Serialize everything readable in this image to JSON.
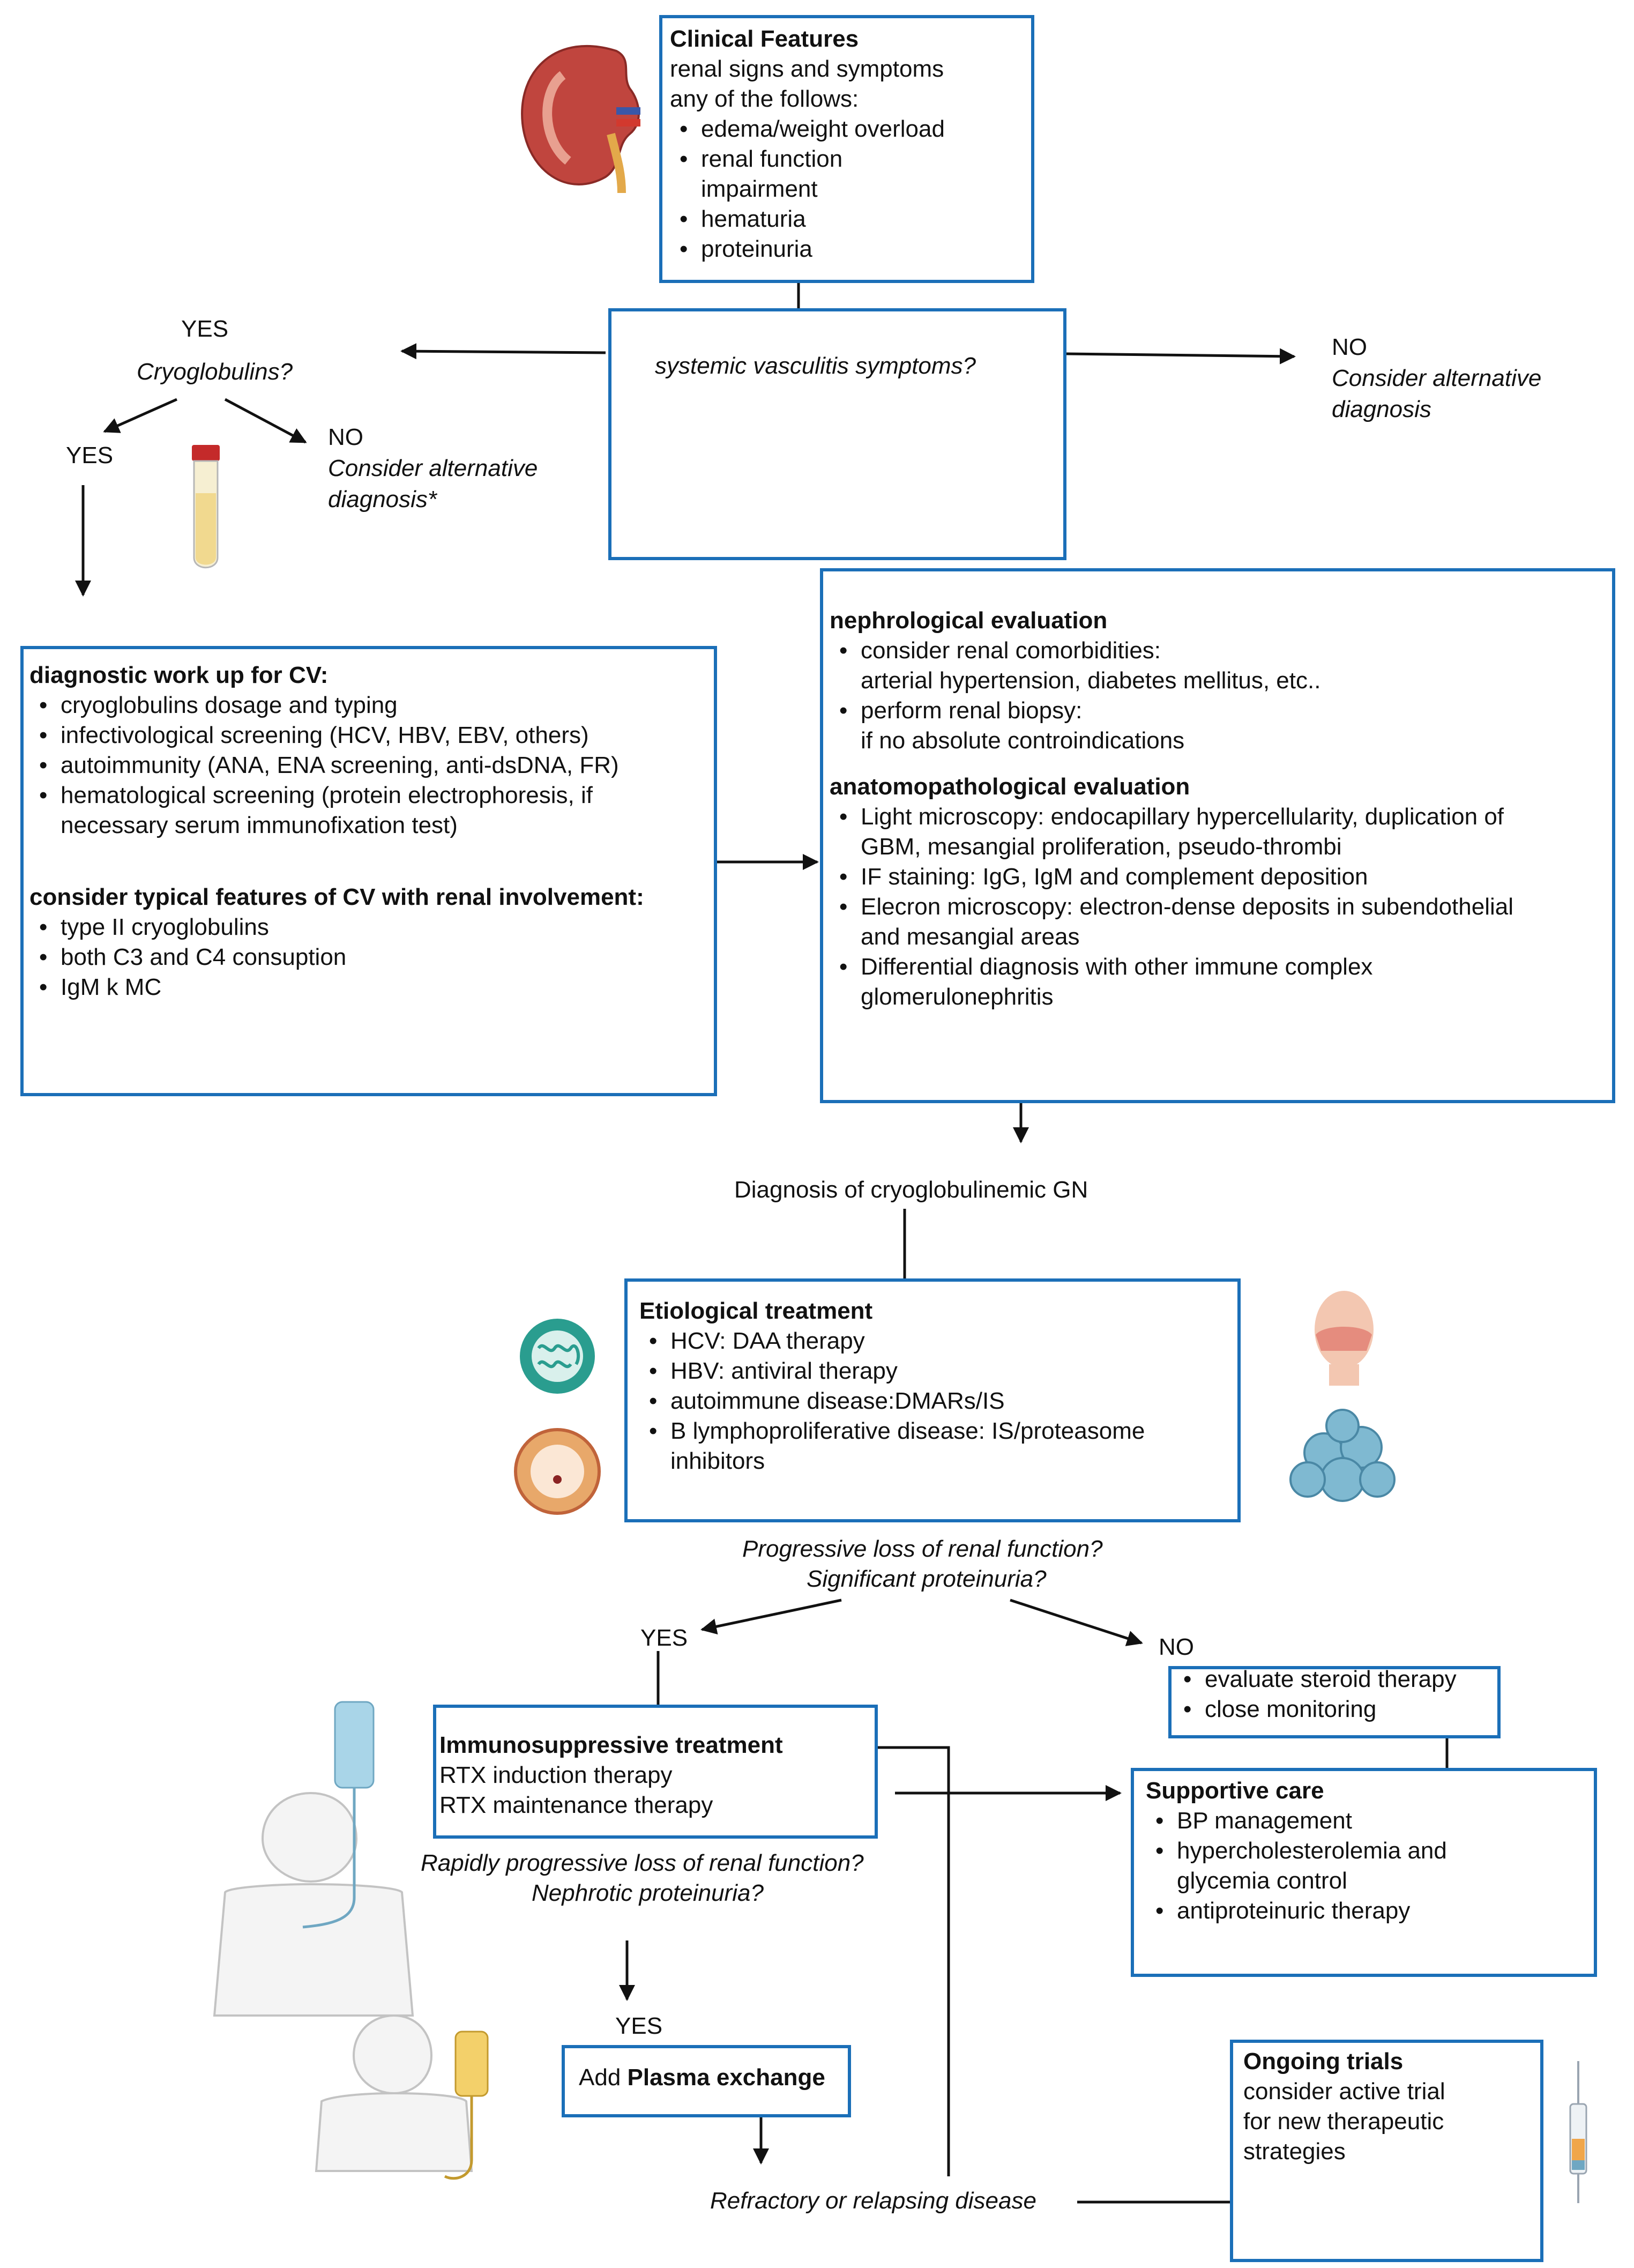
{
  "clinical": {
    "title": "Clinical Features",
    "line1": "renal signs and symptoms",
    "line2": "any of the follows:",
    "items": [
      "edema/weight overload",
      "renal function",
      "impairment",
      "hematuria",
      "proteinuria"
    ]
  },
  "vasculitis": {
    "question": "systemic vasculitis symptoms?"
  },
  "right_no": {
    "label": "NO",
    "line1": "Consider alternative",
    "line2": "diagnosis"
  },
  "left_yes": {
    "label": "YES",
    "question": "Cryoglobulins?"
  },
  "cryo_yes": {
    "label": "YES"
  },
  "cryo_no": {
    "label": "NO",
    "line1": "Consider alternative",
    "line2": "diagnosis*"
  },
  "workup": {
    "title": "diagnostic work up for CV:",
    "items": [
      "cryoglobulins dosage and typing",
      "infectivological screening (HCV, HBV, EBV, others)",
      "autoimmunity (ANA, ENA screening, anti-dsDNA, FR)",
      "hematological screening (protein electrophoresis, if"
    ],
    "cont": "necessary serum immunofixation test)",
    "title2": "consider typical features of CV with renal involvement:",
    "items2": [
      "type II cryoglobulins",
      "both C3 and C4 consuption",
      "IgM k MC"
    ]
  },
  "nephro": {
    "title": "nephrological evaluation",
    "item1": "consider renal comorbidities:",
    "item1b": "arterial hypertension, diabetes mellitus, etc..",
    "item2": "perform renal biopsy:",
    "item2b": "if no absolute controindications",
    "title2": "anatomopathological evaluation",
    "a1": "Light microscopy: endocapillary hypercellularity, duplication of",
    "a1b": "GBM, mesangial proliferation,  pseudo-thrombi",
    "a2": "IF staining: IgG, IgM and complement deposition",
    "a3": "Elecron microscopy: electron-dense deposits  in subendothelial",
    "a3b": "and mesangial areas",
    "a4": "Differential diagnosis with other immune complex",
    "a4b": "glomerulonephritis"
  },
  "diagnosis": "Diagnosis of cryoglobulinemic GN",
  "etiological": {
    "title": "Etiological treatment",
    "items": [
      "HCV: DAA therapy",
      "HBV: antiviral therapy",
      "autoimmune disease:DMARs/IS",
      "B lymphoproliferative disease: IS/proteasome"
    ],
    "cont": "inhibitors"
  },
  "progress_q": {
    "line1": "Progressive loss of renal function?",
    "line2": "Significant proteinuria?"
  },
  "yes2": "YES",
  "no2": "NO",
  "steroid": {
    "items": [
      "evaluate steroid therapy",
      "close monitoring"
    ]
  },
  "immuno": {
    "title": "Immunosuppressive treatment",
    "line1": "RTX induction therapy",
    "line2": "RTX maintenance therapy"
  },
  "supportive": {
    "title": "Supportive care",
    "items": [
      "BP management",
      "hypercholesterolemia and",
      "antiproteinuric therapy"
    ],
    "cont": "glycemia control"
  },
  "rapid_q": {
    "line1": "Rapidly progressive loss of renal function?",
    "line2": "Nephrotic proteinuria?"
  },
  "yes3": "YES",
  "plasma": {
    "prefix": "Add ",
    "bold": "Plasma exchange"
  },
  "refractory": "Refractory or relapsing disease",
  "trials": {
    "title": "Ongoing trials",
    "line1": "consider active trial",
    "line2": "for new therapeutic",
    "line3": "strategies"
  }
}
